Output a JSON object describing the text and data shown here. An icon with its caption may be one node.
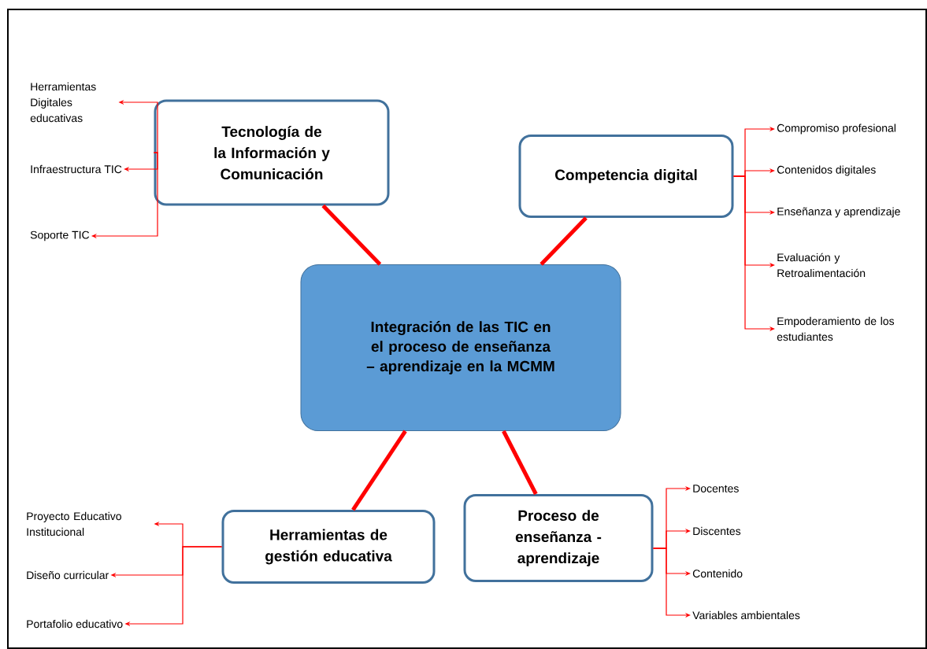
{
  "diagram": {
    "nodes": [
      {
        "text": [
          "Integración de las TIC en el proceso de enseñanza – aprendizaje en la MCMM"
        ]
      },
      {
        "text": [
          "Tecnología de la Información y Comunicación"
        ]
      },
      {
        "text": [
          "Competencia digital"
        ]
      },
      {
        "text": [
          "Herramientas de gestión educativa"
        ]
      },
      {
        "text": [
          "Proceso de enseñanza - aprendizaje"
        ]
      },
      {
        "text": [
          "Herramientas Digitales educativas"
        ]
      },
      {
        "text": [
          "Infraestructura TIC"
        ]
      },
      {
        "text": [
          "Soporte TIC"
        ]
      },
      {
        "text": [
          "Compromiso profesional"
        ]
      },
      {
        "text": [
          "Contenidos digitales"
        ]
      },
      {
        "text": [
          "Enseñanza y aprendizaje"
        ]
      },
      {
        "text": [
          "Evaluación y Retroalimentación"
        ]
      },
      {
        "text": [
          "Empoderamiento de los estudiantes"
        ]
      },
      {
        "text": [
          "Proyecto Educativo Institucional"
        ]
      },
      {
        "text": [
          "Diseño curricular"
        ]
      },
      {
        "text": [
          "Portafolio educativo"
        ]
      },
      {
        "text": [
          "Docentes"
        ]
      },
      {
        "text": [
          "Discentes"
        ]
      },
      {
        "text": [
          "Contenido"
        ]
      },
      {
        "text": [
          "Variables ambientales"
        ]
      }
    ],
    "edges": [
      {
        "from": 0,
        "to": 1,
        "arrow": "none",
        "style": "thick"
      },
      {
        "from": 0,
        "to": 2,
        "arrow": "none",
        "style": "thick"
      },
      {
        "from": 0,
        "to": 3,
        "arrow": "none",
        "style": "thick"
      },
      {
        "from": 0,
        "to": 4,
        "arrow": "none",
        "style": "thick"
      },
      {
        "from": 1,
        "to": 5,
        "arrow": "to"
      },
      {
        "from": 1,
        "to": 6,
        "arrow": "to"
      },
      {
        "from": 1,
        "to": 7,
        "arrow": "to"
      },
      {
        "from": 2,
        "to": 8,
        "arrow": "to"
      },
      {
        "from": 2,
        "to": 9,
        "arrow": "to"
      },
      {
        "from": 2,
        "to": 10,
        "arrow": "to"
      },
      {
        "from": 2,
        "to": 11,
        "arrow": "to"
      },
      {
        "from": 2,
        "to": 12,
        "arrow": "to"
      },
      {
        "from": 3,
        "to": 13,
        "arrow": "to"
      },
      {
        "from": 3,
        "to": 14,
        "arrow": "to"
      },
      {
        "from": 3,
        "to": 15,
        "arrow": "to"
      },
      {
        "from": 4,
        "to": 16,
        "arrow": "to"
      },
      {
        "from": 4,
        "to": 17,
        "arrow": "to"
      },
      {
        "from": 4,
        "to": 18,
        "arrow": "to"
      },
      {
        "from": 4,
        "to": 19,
        "arrow": "to"
      }
    ]
  }
}
